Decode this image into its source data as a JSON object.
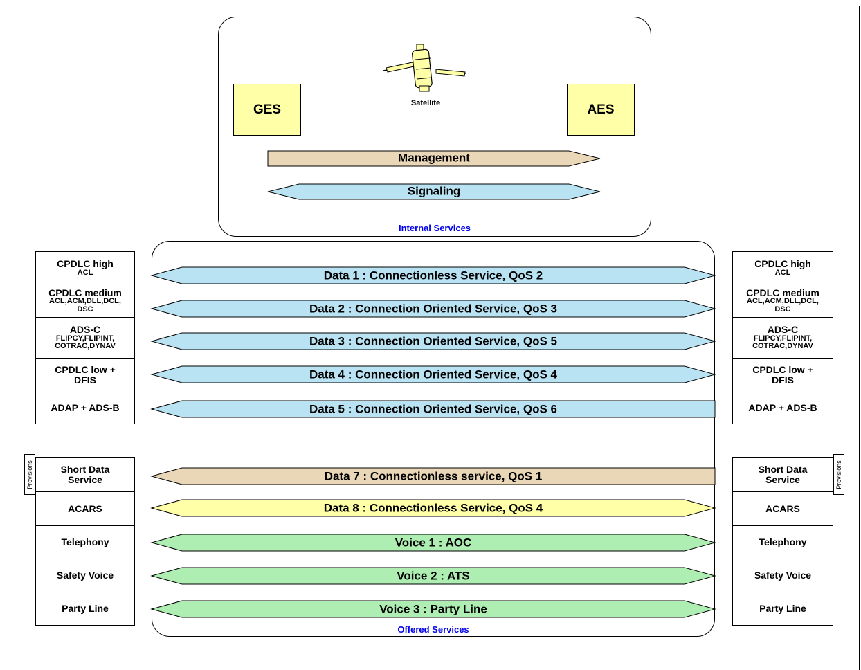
{
  "internal": {
    "caption": "Internal Services",
    "ges_label": "GES",
    "aes_label": "AES",
    "satellite_label": "Satellite",
    "management_label": "Management",
    "signaling_label": "Signaling"
  },
  "offered": {
    "caption": "Offered Services",
    "provisions_label": "Provisions"
  },
  "colors": {
    "blue": "#b9e3f3",
    "tan": "#ead7b8",
    "yellow": "#ffffa8",
    "green": "#aeeeb3"
  },
  "arrows": [
    {
      "label": "Data 1 : Connectionless Service, QoS 2",
      "color": "blue",
      "shape": "double"
    },
    {
      "label": "Data 2 : Connection Oriented Service, QoS 3",
      "color": "blue",
      "shape": "double"
    },
    {
      "label": "Data 3 : Connection Oriented Service, QoS 5",
      "color": "blue",
      "shape": "double"
    },
    {
      "label": "Data 4 : Connection Oriented Service, QoS 4",
      "color": "blue",
      "shape": "double"
    },
    {
      "label": "Data 5 : Connection Oriented Service, QoS 6",
      "color": "blue",
      "shape": "left"
    },
    {
      "label": "Data 7 : Connectionless service, QoS 1",
      "color": "tan",
      "shape": "left"
    },
    {
      "label": "Data 8 : Connectionless Service, QoS 4",
      "color": "yellow",
      "shape": "double"
    },
    {
      "label": "Voice 1 : AOC",
      "color": "green",
      "shape": "double"
    },
    {
      "label": "Voice 2 : ATS",
      "color": "green",
      "shape": "double"
    },
    {
      "label": "Voice 3 : Party Line",
      "color": "green",
      "shape": "double"
    }
  ],
  "left_services": [
    {
      "title": "CPDLC high",
      "sub": [
        "ACL"
      ]
    },
    {
      "title": "CPDLC medium",
      "sub": [
        "ACL,ACM,DLL,DCL,",
        "DSC"
      ]
    },
    {
      "title": "ADS-C",
      "sub": [
        "FLIPCY,FLIPINT,",
        "COTRAC,DYNAV"
      ]
    },
    {
      "title": "CPDLC low +",
      "sub": [
        "DFIS"
      ]
    },
    {
      "title": "ADAP + ADS-B",
      "sub": []
    },
    {
      "title": "Short Data",
      "sub": [
        "Service"
      ]
    },
    {
      "title": "ACARS",
      "sub": []
    },
    {
      "title": "Telephony",
      "sub": []
    },
    {
      "title": "Safety Voice",
      "sub": []
    },
    {
      "title": "Party Line",
      "sub": []
    }
  ],
  "right_services": [
    {
      "title": "CPDLC high",
      "sub": [
        "ACL"
      ]
    },
    {
      "title": "CPDLC medium",
      "sub": [
        "ACL,ACM,DLL,DCL,",
        "DSC"
      ]
    },
    {
      "title": "ADS-C",
      "sub": [
        "FLIPCY,FLIPINT,",
        "COTRAC,DYNAV"
      ]
    },
    {
      "title": "CPDLC low +",
      "sub": [
        "DFIS"
      ]
    },
    {
      "title": "ADAP + ADS-B",
      "sub": []
    },
    {
      "title": "Short Data",
      "sub": [
        "Service"
      ]
    },
    {
      "title": "ACARS",
      "sub": []
    },
    {
      "title": "Telephony",
      "sub": []
    },
    {
      "title": "Safety Voice",
      "sub": []
    },
    {
      "title": "Party Line",
      "sub": []
    }
  ]
}
